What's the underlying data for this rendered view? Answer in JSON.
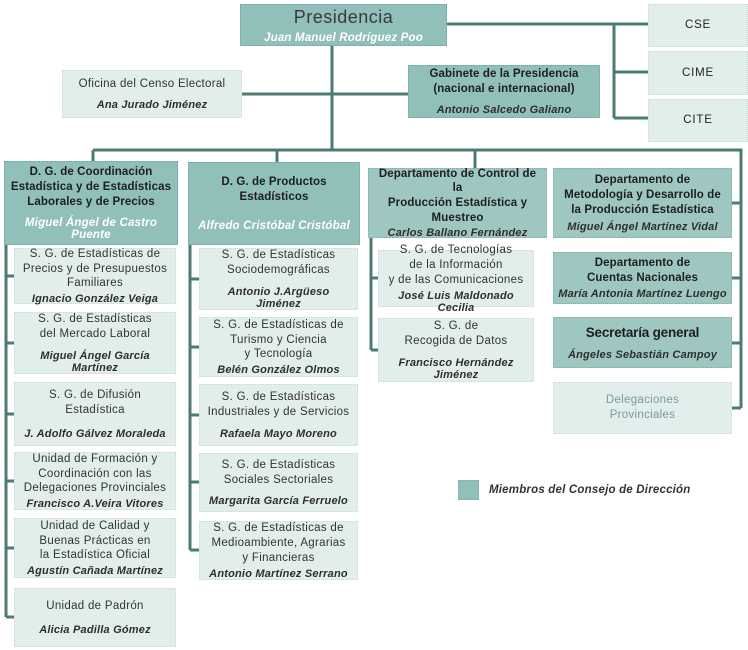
{
  "org": {
    "presidencia": {
      "title": "Presidencia",
      "name": "Juan Manuel Rodríguez Poo"
    },
    "censo_electoral": {
      "title": "Oficina del Censo Electoral",
      "name": "Ana Jurado Jiménez"
    },
    "gabinete": {
      "title": "Gabinete de la Presidencia\n(nacional e internacional)",
      "name": "Antonio Salcedo Galiano"
    },
    "councils": [
      {
        "label": "CSE"
      },
      {
        "label": "CIME"
      },
      {
        "label": "CITE"
      }
    ],
    "col1": {
      "header": {
        "title": "D. G. de Coordinación\nEstadística y de Estadísticas\nLaborales y de Precios",
        "name": "Miguel Ángel de Castro Puente"
      },
      "items": [
        {
          "title": "S. G. de Estadísticas de\nPrecios y de Presupuestos\nFamiliares",
          "name": "Ignacio González Veiga"
        },
        {
          "title": "S. G. de Estadísticas\ndel Mercado Laboral",
          "name": "Miguel Ángel García Martínez"
        },
        {
          "title": "S. G. de Difusión\nEstadística",
          "name": "J. Adolfo Gálvez Moraleda"
        },
        {
          "title": "Unidad de Formación y\nCoordinación con las\nDelegaciones Provinciales",
          "name": "Francisco A.Veira Vitores"
        },
        {
          "title": "Unidad de Calidad y\nBuenas Prácticas en\nla Estadística Oficial",
          "name": "Agustín Cañada Martínez"
        },
        {
          "title": "Unidad de Padrón",
          "name": "Alicia Padilla Gómez"
        }
      ]
    },
    "col2": {
      "header": {
        "title": "D. G. de Productos\nEstadísticos",
        "name": "Alfredo Cristóbal Cristóbal"
      },
      "items": [
        {
          "title": "S. G. de Estadísticas\nSociodemográficas",
          "name": "Antonio J.Argüeso Jiménez"
        },
        {
          "title": "S. G. de Estadísticas de\nTurismo y Ciencia\ny Tecnología",
          "name": "Belén González Olmos"
        },
        {
          "title": "S. G. de Estadísticas\nIndustriales y de Servicios",
          "name": "Rafaela Mayo Moreno"
        },
        {
          "title": "S. G. de Estadísticas\nSociales Sectoriales",
          "name": "Margarita García Ferruelo"
        },
        {
          "title": "S. G. de Estadísticas de\nMedioambiente, Agrarias\ny Financieras",
          "name": "Antonio Martínez Serrano"
        }
      ]
    },
    "col3": {
      "header": {
        "title": "Departamento de Control de la\nProducción Estadística y\nMuestreo",
        "name": "Carlos Ballano Fernández"
      },
      "items": [
        {
          "title": "S. G. de Tecnologías\nde la Información\ny de las Comunicaciones",
          "name": "José Luis Maldonado Cecilia"
        },
        {
          "title": "S. G. de\nRecogida de Datos",
          "name": "Francisco Hernández Jiménez"
        }
      ]
    },
    "col4": {
      "items": [
        {
          "title": "Departamento de\nMetodología y Desarrollo de\nla Producción Estadística",
          "name": "Miguel Ángel Martínez Vidal"
        },
        {
          "title": "Departamento de\nCuentas Nacionales",
          "name": "María Antonia Martínez Luengo"
        },
        {
          "title": "Secretaría general",
          "name": "Ángeles Sebastián Campoy"
        },
        {
          "title": "Delegaciones\nProvinciales"
        }
      ]
    },
    "legend": {
      "label": "Miembros del Consejo de Dirección"
    }
  },
  "colors": {
    "teal": "#91BFB9",
    "teal_light": "#9EC7C1",
    "box_light": "#E1EEEC",
    "line": "#4E7A74",
    "delegaciones_text": "#7A9B96"
  }
}
